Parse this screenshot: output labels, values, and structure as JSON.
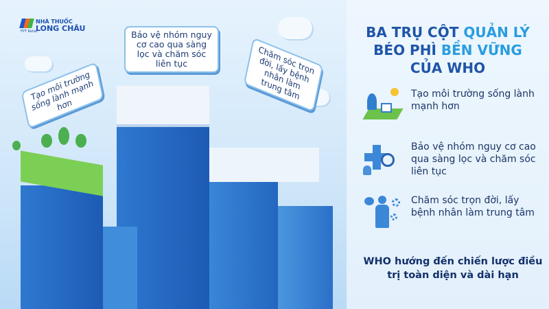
{
  "logo": {
    "brand_line1": "NHÀ THUỐC",
    "brand_line2": "LONG CHÂU",
    "sub": "FPT Retail"
  },
  "illustration": {
    "bubbles": [
      "Tạo môi trường sống lành mạnh hơn",
      "Bảo vệ nhóm nguy cơ cao qua sàng lọc và chăm sóc liên tục",
      "Chăm sóc trọn đời, lấy bệnh nhân làm trung tâm"
    ],
    "colors": {
      "tower": "#2a6fcb",
      "grass": "#6cc24a"
    }
  },
  "panel": {
    "title_part1": "BA TRỤ CỘT",
    "title_part2": "QUẢN LÝ",
    "title_part3": "BÉO PHÌ",
    "title_part4": "BỀN VỮNG",
    "title_part5": "CỦA WHO",
    "items": [
      {
        "icon": "house-tree-icon",
        "text": "Tạo môi trường sống lành mạnh hơn"
      },
      {
        "icon": "medical-cross-magnifier-icon",
        "text": "Bảo vệ nhóm nguy cơ cao qua sàng lọc và chăm sóc liên tục"
      },
      {
        "icon": "person-heart-gears-icon",
        "text": "Chăm sóc trọn đời, lấy bệnh nhân làm trung tâm"
      }
    ],
    "footer": "WHO hướng đến chiến lược điều trị toàn diện và dài hạn"
  }
}
